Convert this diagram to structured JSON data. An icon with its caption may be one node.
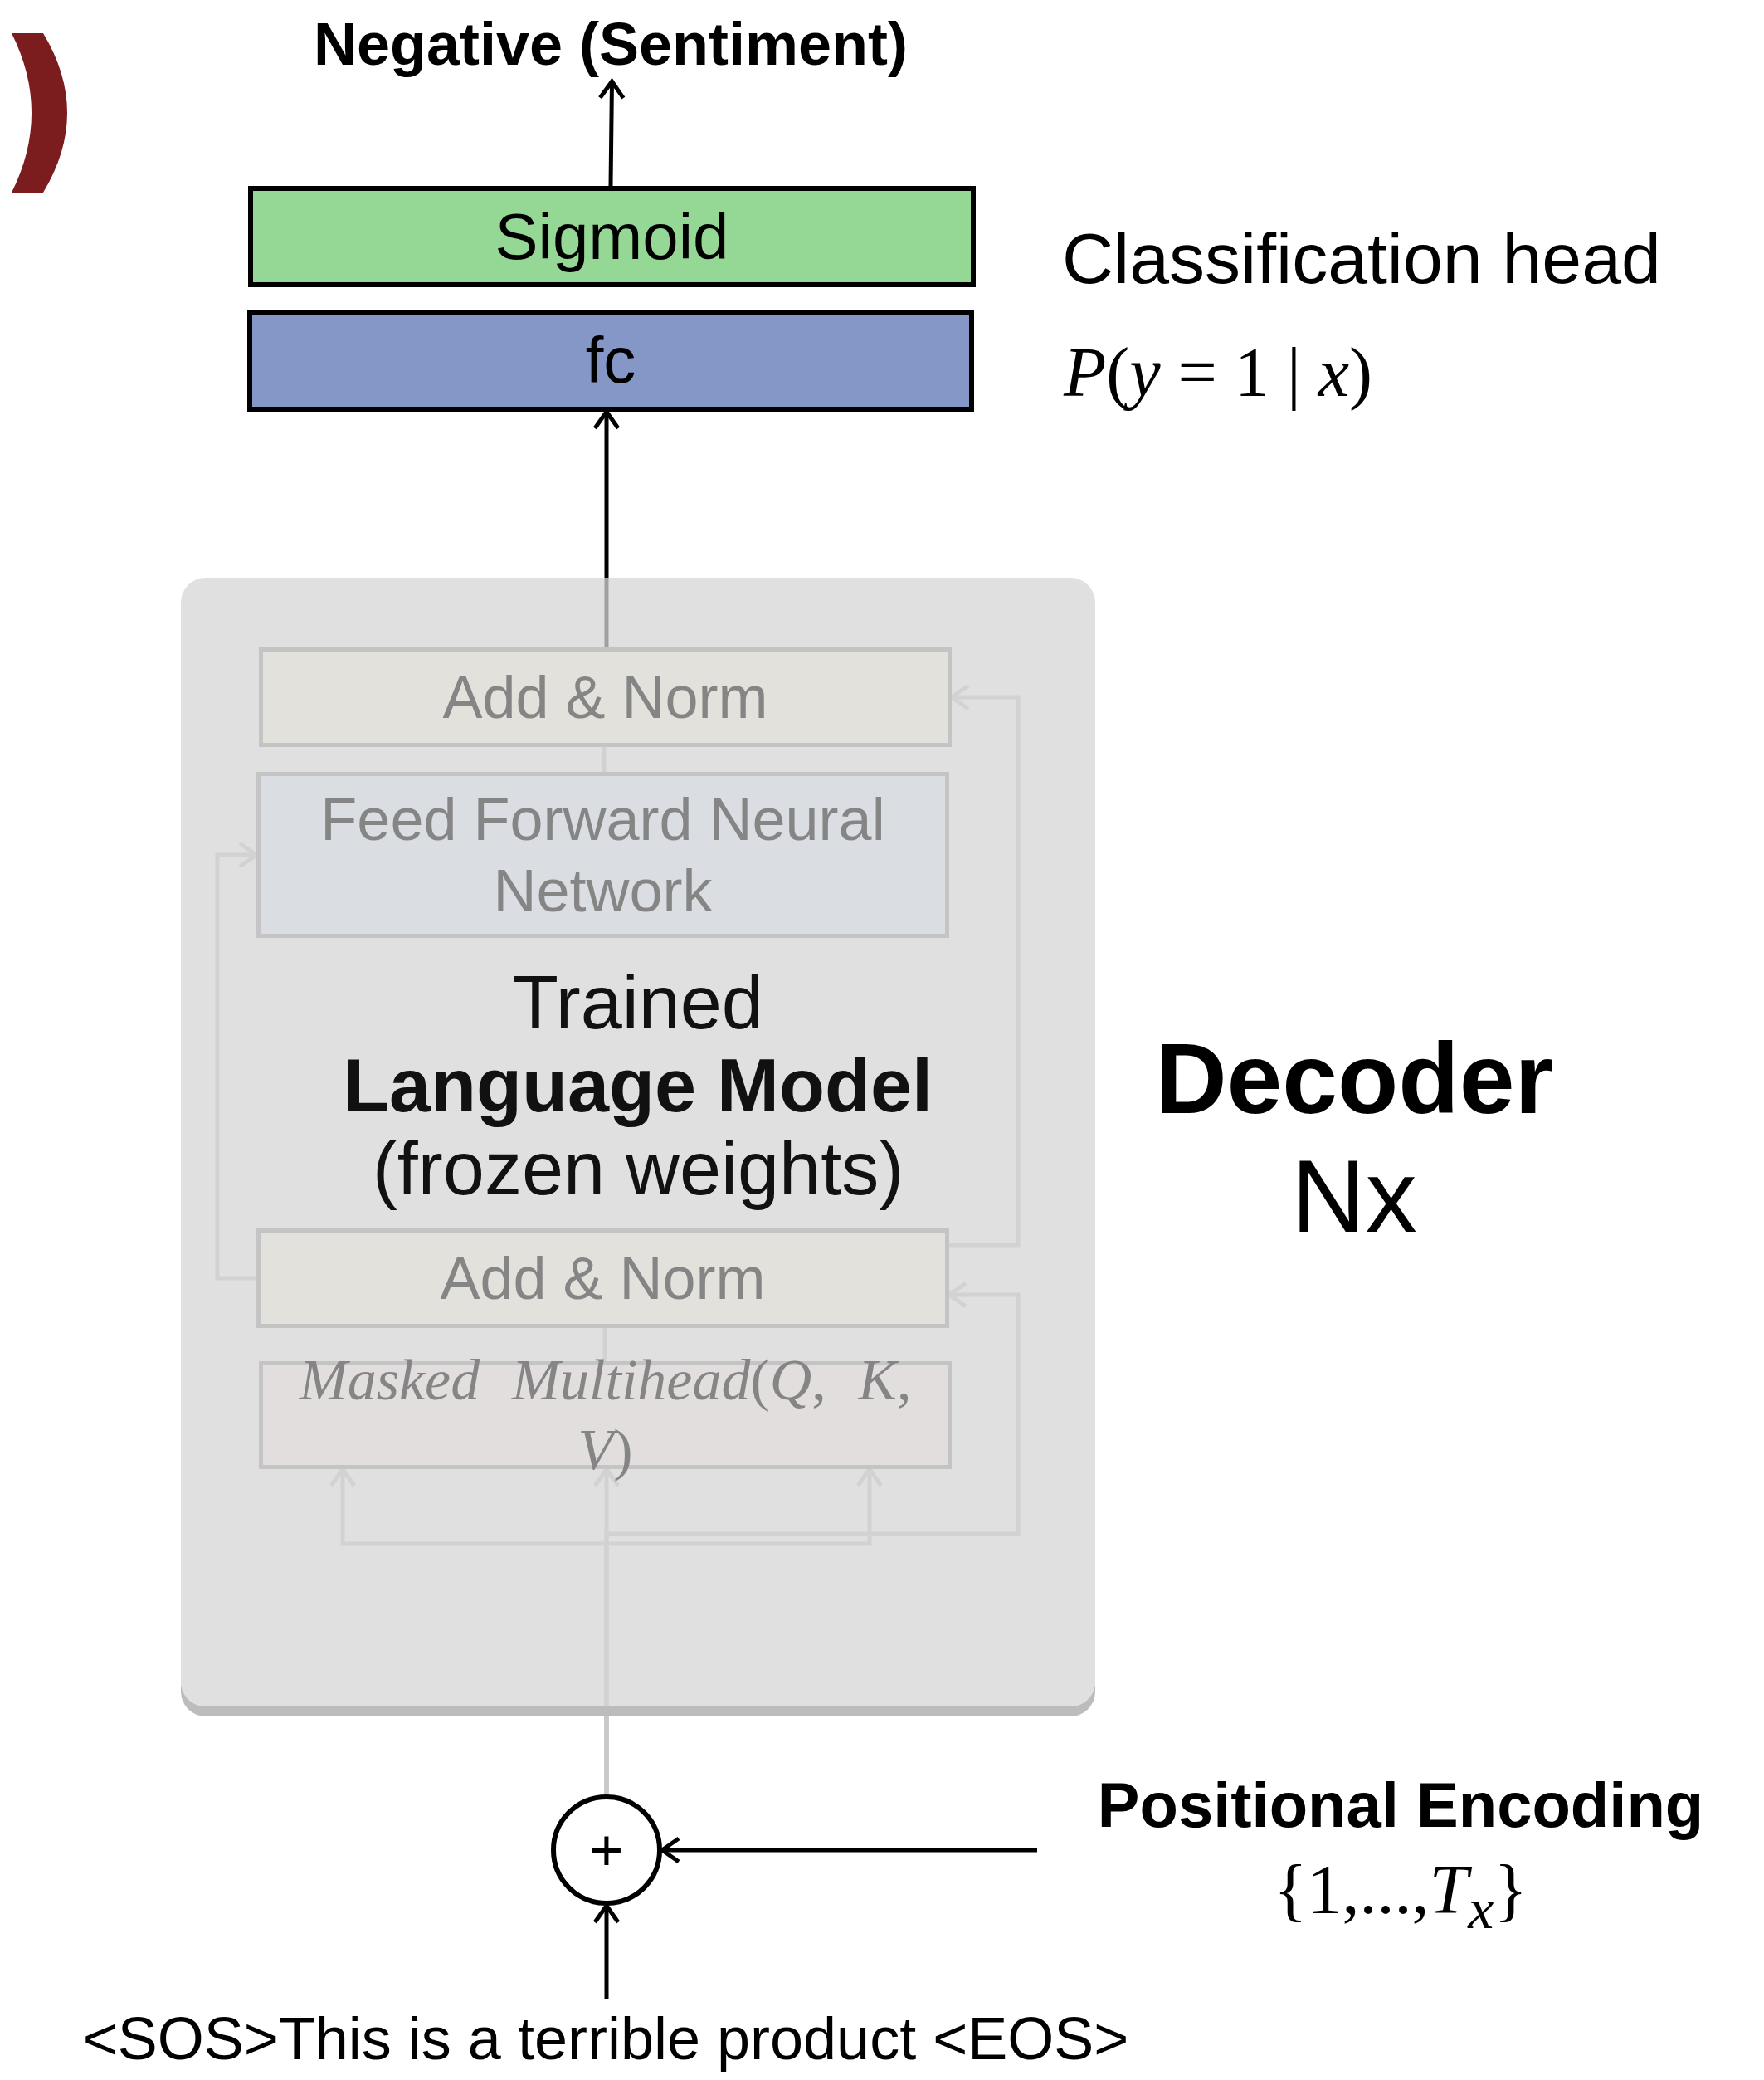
{
  "diagram": {
    "nodes": [
      {
        "text": [
          "Negative (Sentiment)"
        ]
      },
      {
        "text": [
          "Sigmoid"
        ]
      },
      {
        "text": [
          "fc"
        ]
      },
      {
        "text": [
          "Trained **Language Model** (frozen weights)"
        ]
      },
      {
        "text": [
          "Add & Norm"
        ],
        "in": 3
      },
      {
        "text": [
          "Feed Forward Neural Network"
        ],
        "in": 3
      },
      {
        "text": [
          "Add & Norm"
        ],
        "in": 3
      },
      {
        "text": [
          "*Masked Multihead*(*Q*, *K*, *V*)"
        ],
        "in": 3
      },
      {
        "text": [
          "+"
        ]
      },
      {
        "text": [
          "Positional Encoding",
          "{1,...,*T*$_{x}$}"
        ]
      },
      {
        "text": [
          "<SOS>This is a terrible product <EOS>"
        ]
      },
      {
        "text": [],
        "shape": "bracket"
      }
    ],
    "edges": [
      {
        "from": 1,
        "to": 0,
        "arrow": "to",
        "color": "#000000"
      },
      {
        "from": 4,
        "to": 2,
        "arrow": "to",
        "color": "#000000"
      },
      {
        "from": 8,
        "to": 7,
        "arrow": "to",
        "color": "#c8c8c8"
      },
      {
        "from": 8,
        "to": 7,
        "arrow": "to",
        "color": "#c8c8c8"
      },
      {
        "from": 8,
        "to": 7,
        "arrow": "to",
        "color": "#c8c8c8"
      },
      {
        "from": 8,
        "to": 6,
        "arrow": "to",
        "color": "#c8c8c8"
      },
      {
        "from": 7,
        "to": 6,
        "arrow": "none",
        "color": "#c8c8c8"
      },
      {
        "from": 6,
        "to": 5,
        "arrow": "to",
        "color": "#c8c8c8"
      },
      {
        "from": 6,
        "to": 4,
        "arrow": "to",
        "color": "#c8c8c8"
      },
      {
        "from": 5,
        "to": 4,
        "arrow": "none",
        "color": "#c8c8c8"
      },
      {
        "from": 9,
        "to": 8,
        "arrow": "to",
        "color": "#000000"
      },
      {
        "from": 10,
        "to": 8,
        "arrow": "to",
        "color": "#000000"
      }
    ],
    "labels": [
      "Classification head",
      "*P*(*y* = 1 | *x*)",
      "Decoder",
      "Nx"
    ]
  }
}
